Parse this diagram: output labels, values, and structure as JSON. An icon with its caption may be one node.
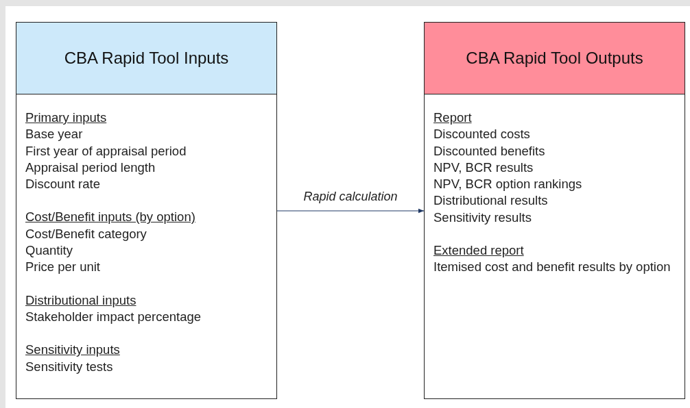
{
  "diagram": {
    "nodes": [
      {
        "text": [
          "CBA Rapid Tool Inputs"
        ]
      },
      {
        "text": [
          "Primary inputs",
          "Base year",
          "First year of appraisal period",
          "Appraisal period length",
          "Discount rate"
        ],
        "in": 0
      },
      {
        "text": [
          "Cost/Benefit inputs (by option)",
          "Cost/Benefit category",
          "Quantity",
          "Price per unit"
        ],
        "in": 0
      },
      {
        "text": [
          "Distributional inputs",
          "Stakeholder impact percentage"
        ],
        "in": 0
      },
      {
        "text": [
          "Sensitivity inputs",
          "Sensitivity tests"
        ],
        "in": 0
      },
      {
        "text": [
          "CBA Rapid Tool Outputs"
        ]
      },
      {
        "text": [
          "Report",
          "Discounted costs",
          "Discounted benefits",
          "NPV, BCR results",
          "NPV, BCR option rankings",
          "Distributional results",
          "Sensitivity results"
        ],
        "in": 5
      },
      {
        "text": [
          "Extended report",
          "Itemised cost and benefit results by option"
        ],
        "in": 5
      }
    ],
    "edges": [
      {
        "from": 0,
        "to": 5,
        "arrow": "to",
        "label": "Rapid calculation"
      }
    ]
  }
}
